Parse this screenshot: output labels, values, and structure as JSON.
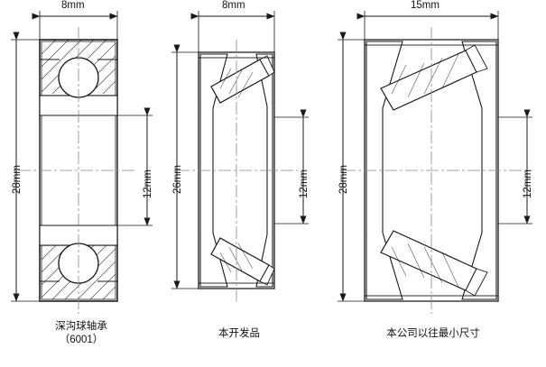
{
  "diagram": {
    "title": "",
    "type": "bearing-cross-section-comparison",
    "background": "#ffffff",
    "line_color": "#1a1a1a",
    "centerline_color": "#7a7a7a",
    "items": [
      {
        "id": "deep-groove-ball-bearing",
        "caption_line1": "深沟球轴承",
        "caption_line2": "（6001）",
        "width_label": "8mm",
        "height_label": "28mm",
        "bore_label": "12mm"
      },
      {
        "id": "developed-product",
        "caption_line1": "本开发品",
        "caption_line2": "",
        "width_label": "8mm",
        "height_label": "26mm",
        "bore_label": "12mm"
      },
      {
        "id": "company-previous-smallest",
        "caption_line1": "本公司以往最小尺寸",
        "caption_line2": "",
        "width_label": "15mm",
        "height_label": "28mm",
        "bore_label": "12mm"
      }
    ]
  }
}
